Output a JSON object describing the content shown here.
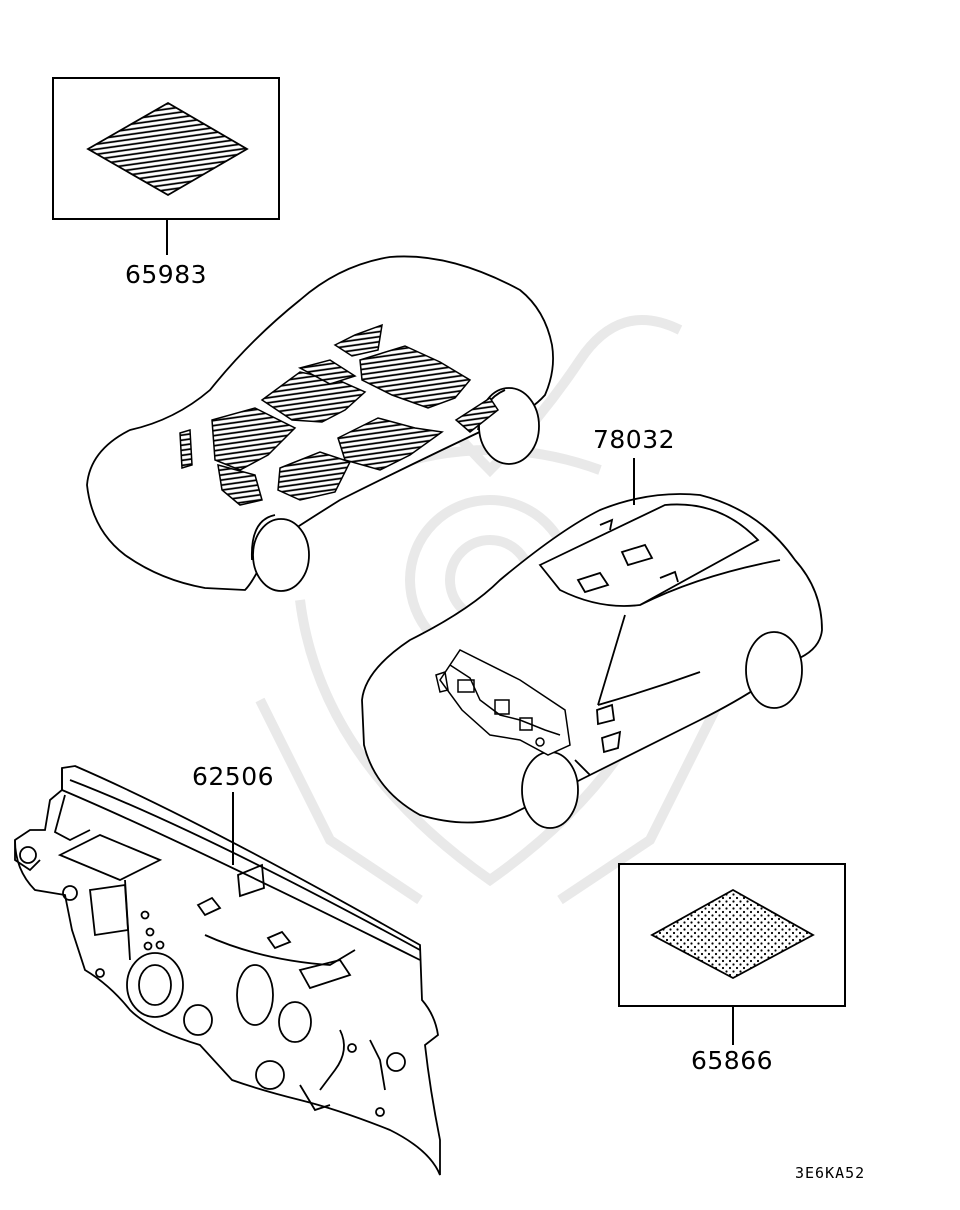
{
  "parts": {
    "hatched_sheet": "65983",
    "roof_and_cowl": "78032",
    "dash_panel": "62506",
    "dotted_sheet": "65866"
  },
  "diagram_code": "3E6KA52",
  "colors": {
    "ink": "#000000",
    "watermark": "#e9e9e9",
    "background": "#ffffff"
  }
}
